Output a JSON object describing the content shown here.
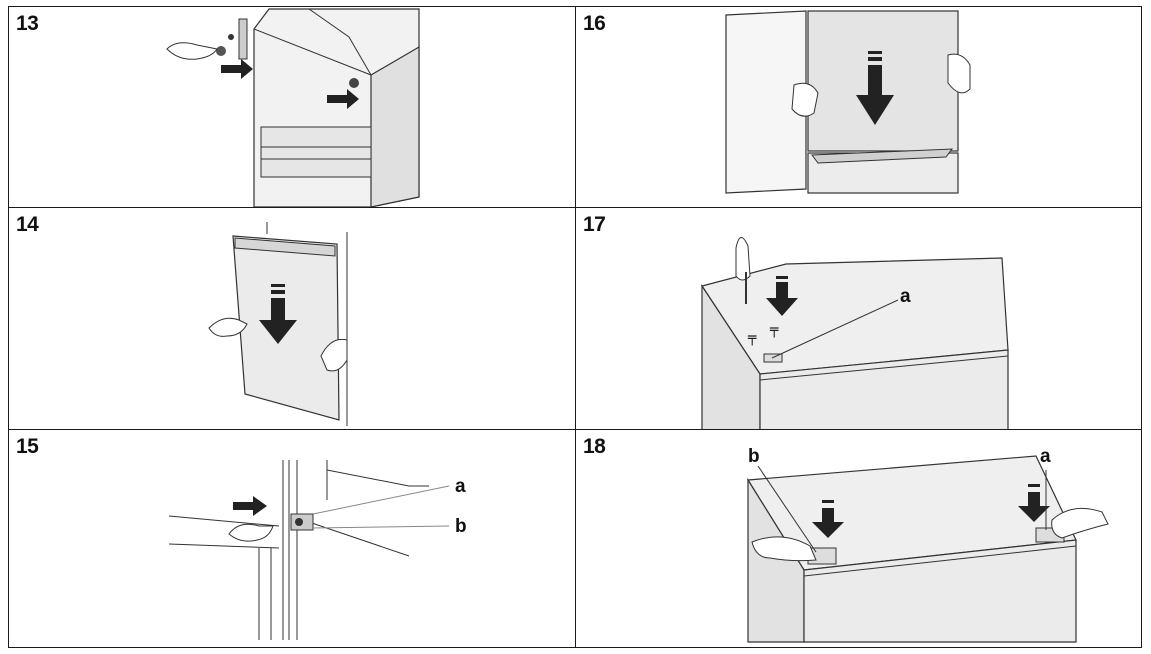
{
  "steps": [
    {
      "number": "13"
    },
    {
      "number": "16"
    },
    {
      "number": "14"
    },
    {
      "number": "17",
      "callouts": [
        "a"
      ]
    },
    {
      "number": "15",
      "callouts": [
        "a",
        "b"
      ]
    },
    {
      "number": "18",
      "callouts": [
        "b",
        "a"
      ]
    }
  ],
  "colors": {
    "border": "#1a1a1a",
    "line": "#333333",
    "panel_fill": "#e8e8e8",
    "panel_dark": "#d2d2d2",
    "arrow": "#222222"
  }
}
